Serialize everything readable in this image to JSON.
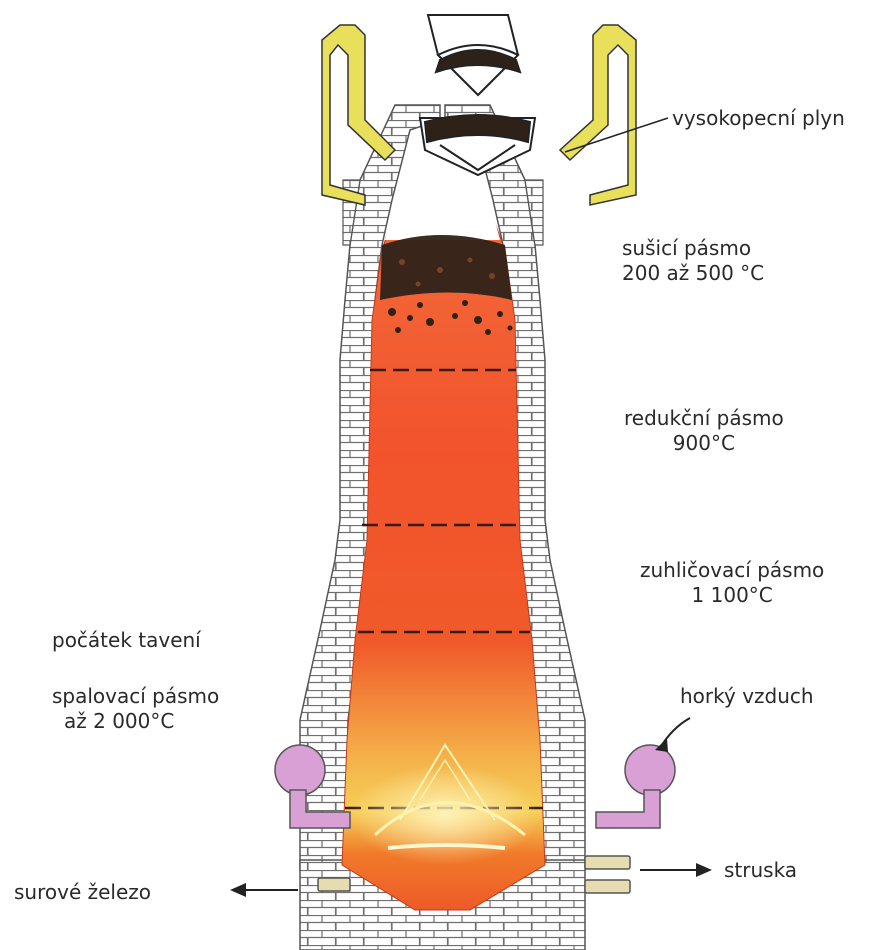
{
  "labels": {
    "gas": "vysokopecní plyn",
    "drying_zone": "sušicí pásmo",
    "drying_temp": "200 až 500 °C",
    "reduction_zone": "redukční pásmo",
    "reduction_temp": "900°C",
    "carburizing_zone": "zuhličovací pásmo",
    "carburizing_temp": "1 100°C",
    "melting_start": "počátek tavení",
    "combustion_zone": "spalovací pásmo",
    "combustion_temp": "až 2 000°C",
    "hot_air": "horký vzduch",
    "slag": "struska",
    "pig_iron": "surové železo"
  },
  "colors": {
    "brick_mortar": "#6f6f6f",
    "gas_pipe": "#e8e05a",
    "air_pipe": "#d9a0d6",
    "charge_orange": "#f0522a",
    "coke_dark": "#3a2a1a",
    "flame_yellow": "#f4d24a",
    "tap_pipe": "#e6dcb0"
  }
}
